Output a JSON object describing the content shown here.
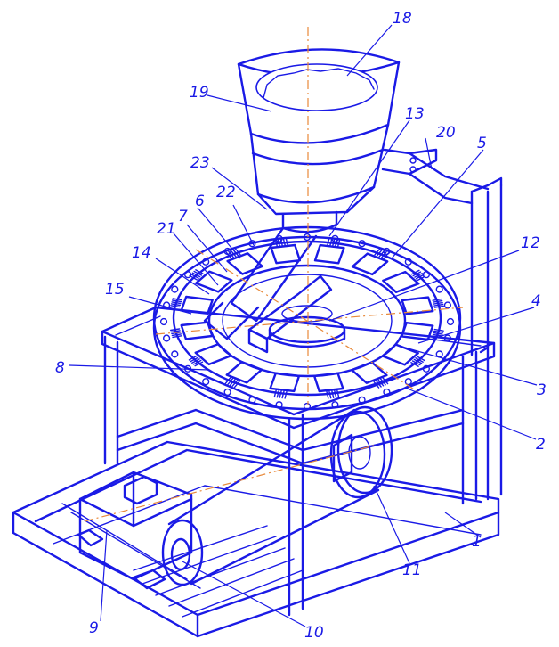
{
  "colors": {
    "line": "#1a1ae6",
    "axis": "#e8893a",
    "background": "#ffffff"
  },
  "labels": [
    "1",
    "2",
    "3",
    "4",
    "5",
    "6",
    "7",
    "8",
    "9",
    "10",
    "11",
    "12",
    "13",
    "14",
    "15",
    "18",
    "19",
    "20",
    "21",
    "22",
    "23"
  ]
}
